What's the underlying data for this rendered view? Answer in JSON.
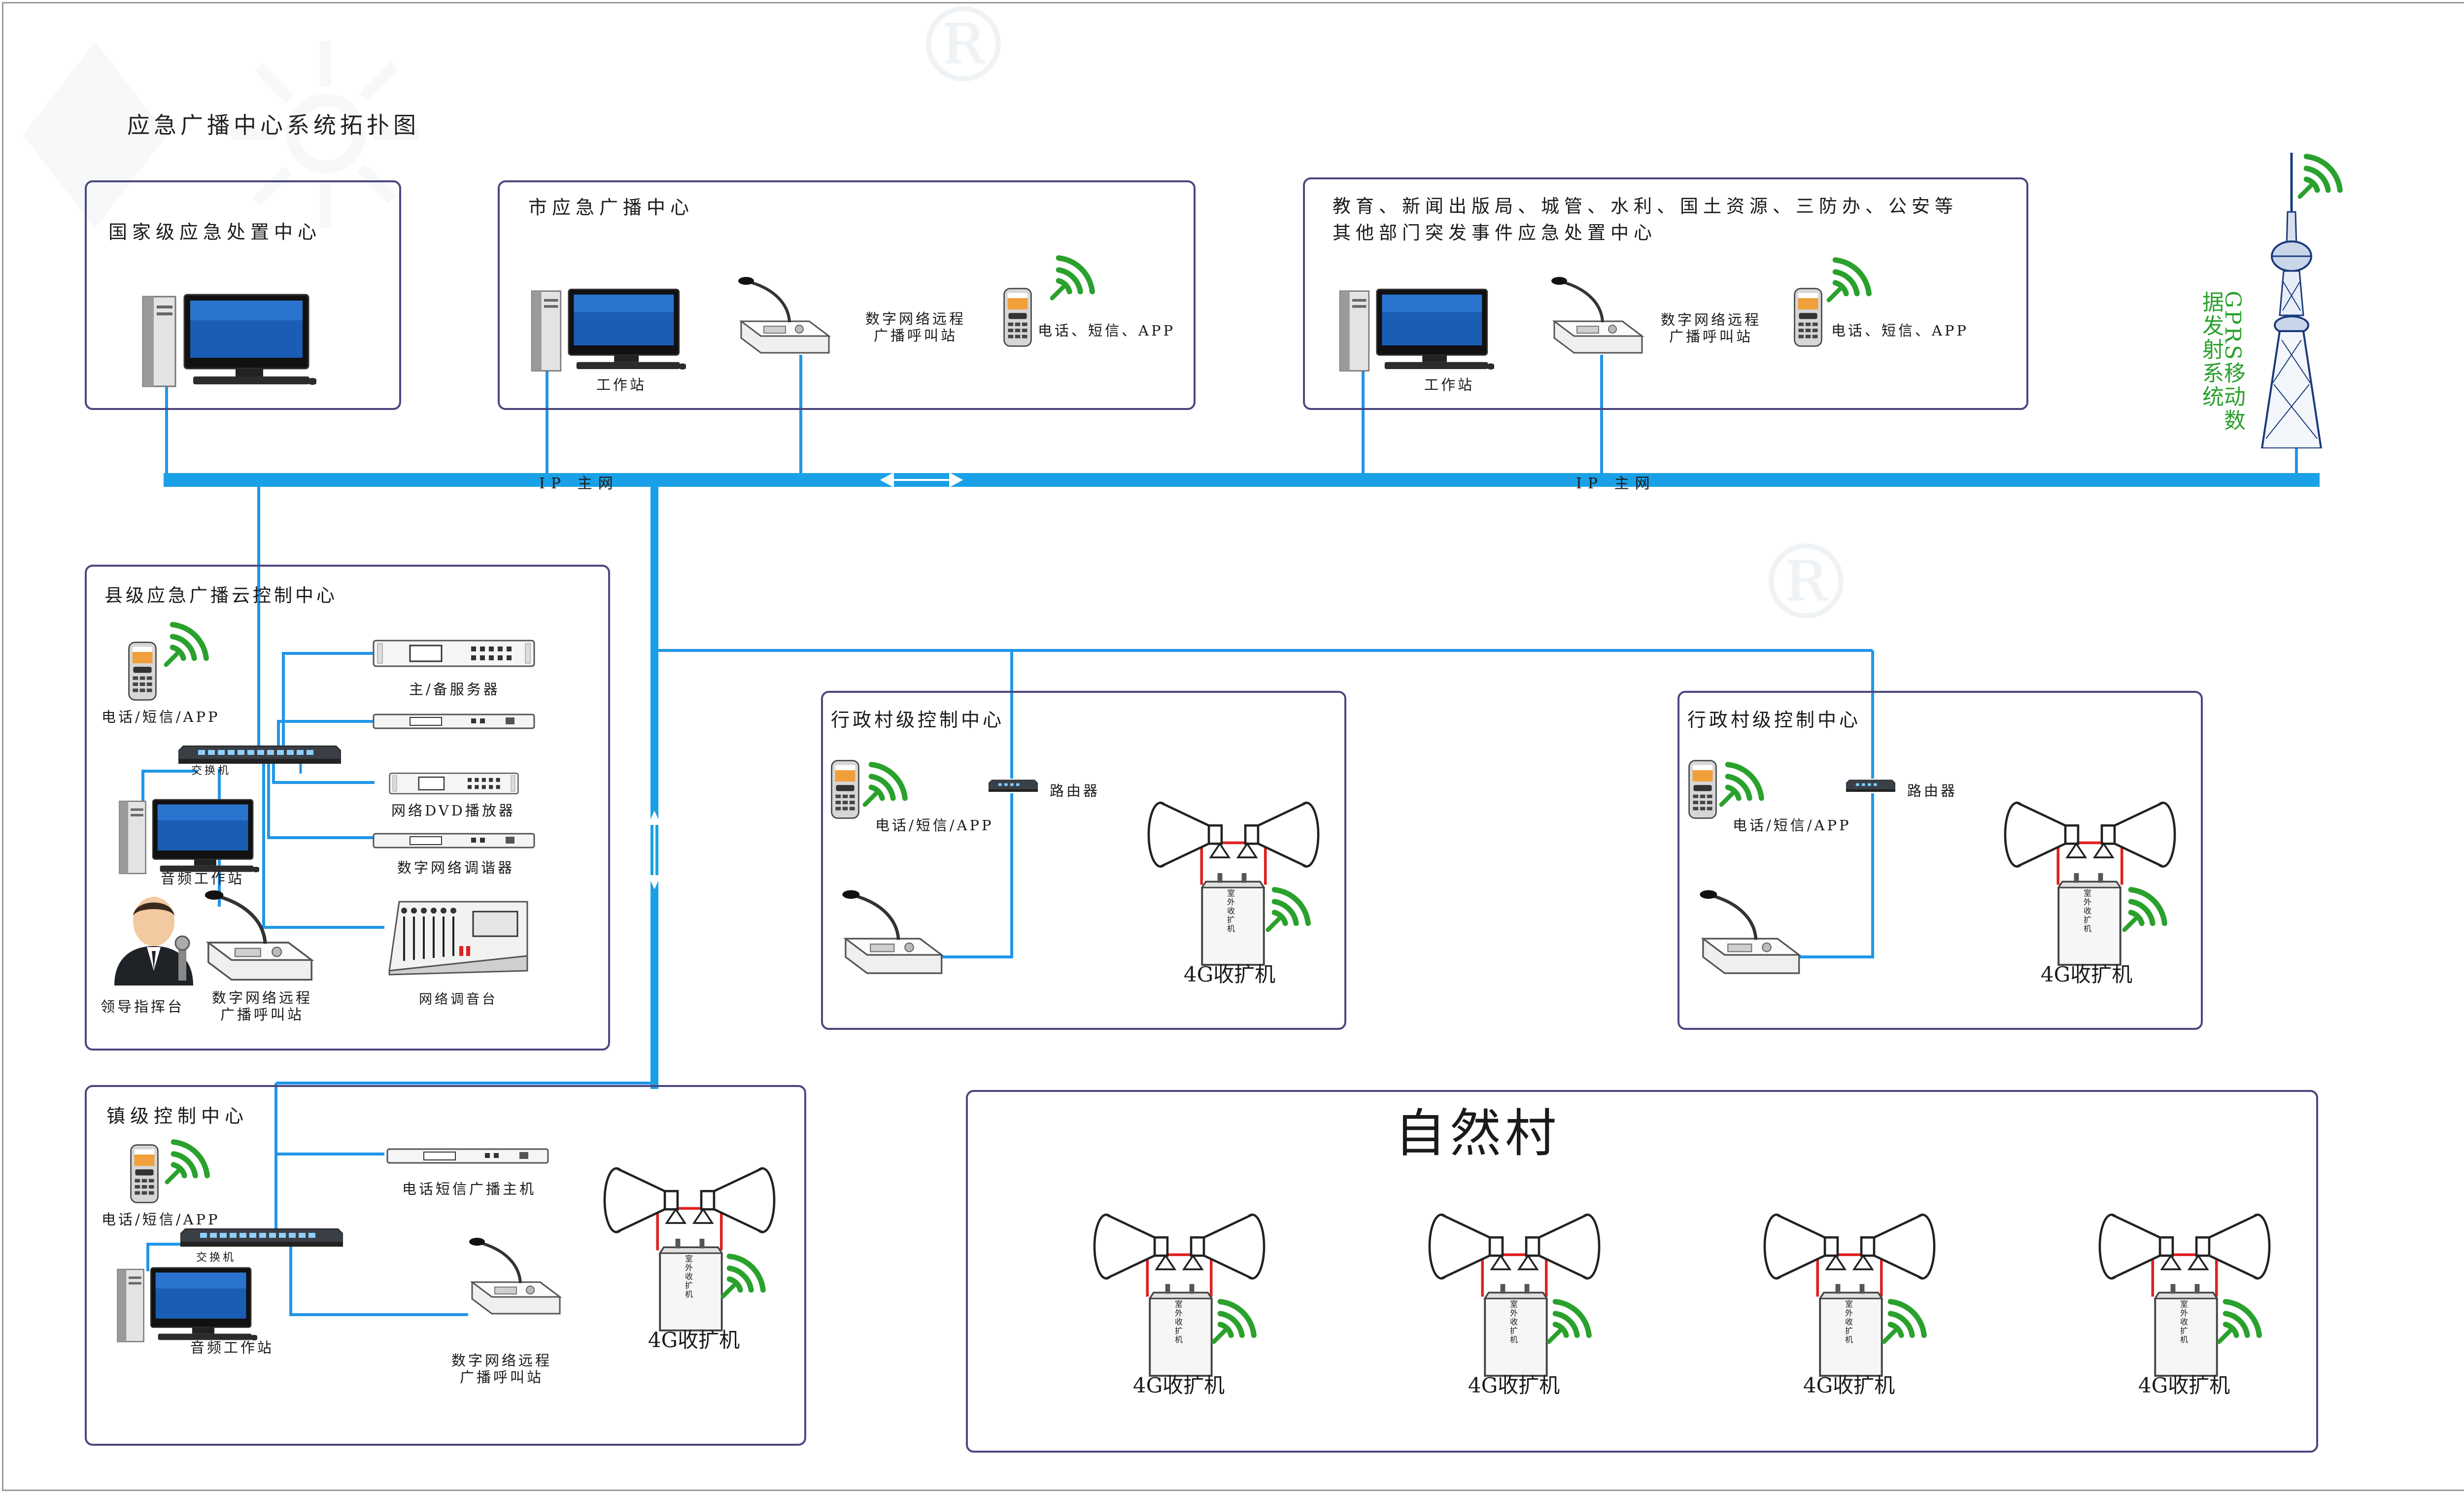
{
  "title": "应急广播中心系统拓扑图",
  "natural_village_title": "自然村",
  "ip_network_label": "IP 主网",
  "gprs_label": "GPRS移动数据发射系统",
  "panels": {
    "national": {
      "title": "国家级应急处置中心"
    },
    "city": {
      "title": "市应急广播中心",
      "workstation": "工作站",
      "remote_station": [
        "数字网络远程",
        "广播呼叫站"
      ],
      "phone": "电话、短信、APP"
    },
    "departments": {
      "title_line1": "教育、新闻出版局、城管、水利、国土资源、三防办、公安等",
      "title_line2": "其他部门突发事件应急处置中心",
      "workstation": "工作站",
      "remote_station": [
        "数字网络远程",
        "广播呼叫站"
      ],
      "phone": "电话、短信、APP"
    },
    "county": {
      "title": "县级应急广播云控制中心",
      "phone": "电话/短信/APP",
      "switch": "交换机",
      "audio_workstation": "音频工作站",
      "leader": "领导指挥台",
      "remote_station": [
        "数字网络远程",
        "广播呼叫站"
      ],
      "server": "主/备服务器",
      "dvd": "网络DVD播放器",
      "tuner": "数字网络调谐器",
      "mixer": "网络调音台"
    },
    "admin_village_1": {
      "title": "行政村级控制中心",
      "phone": "电话/短信/APP",
      "router": "路由器",
      "amplifier": "4G收扩机"
    },
    "admin_village_2": {
      "title": "行政村级控制中心",
      "phone": "电话/短信/APP",
      "router": "路由器",
      "amplifier": "4G收扩机"
    },
    "town": {
      "title": "镇级控制中心",
      "phone": "电话/短信/APP",
      "switch": "交换机",
      "audio_workstation": "音频工作站",
      "sms_host": "电话短信广播主机",
      "remote_station": [
        "数字网络远程",
        "广播呼叫站"
      ],
      "amplifier": "4G收扩机"
    },
    "natural_village": {
      "amplifiers": [
        "4G收扩机",
        "4G收扩机",
        "4G收扩机",
        "4G收扩机"
      ]
    }
  },
  "amp_box_label": "室外收扩机",
  "colors": {
    "ip_bus": "#1aa0e6",
    "connection": "#2196e8",
    "panel_border": "#4b4780",
    "signal": "#2aa12c",
    "speaker_link": "#e02020",
    "gprs_text": "#2aa12c"
  }
}
